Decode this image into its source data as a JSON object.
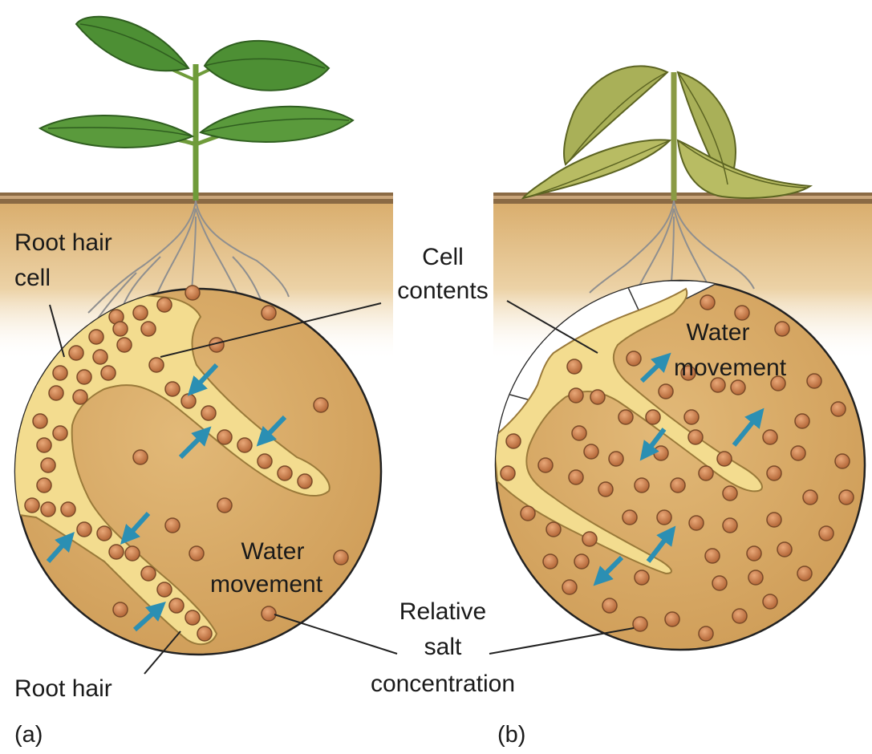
{
  "panel_a": {
    "letter": "(a)",
    "root_hair_cell_line1": "Root hair",
    "root_hair_cell_line2": "cell",
    "water_movement_line1": "Water",
    "water_movement_line2": "movement",
    "root_hair": "Root hair"
  },
  "panel_b": {
    "letter": "(b)",
    "water_movement_line1": "Water",
    "water_movement_line2": "movement"
  },
  "shared": {
    "cell_contents_line1": "Cell",
    "cell_contents_line2": "contents",
    "relative_salt_line1": "Relative",
    "relative_salt_line2": "salt",
    "relative_salt_line3": "concentration"
  },
  "colors": {
    "soil": "#d9ad6c",
    "soil_top": "#f6ecd9",
    "circle_fill": "#d8ab66",
    "cell_contents": "#f3dc8f",
    "salt_particle": "#c57d4c",
    "arrow": "#2b8fb3",
    "healthy_leaf": "#4d8f34",
    "wilted_leaf": "#a9b058"
  }
}
